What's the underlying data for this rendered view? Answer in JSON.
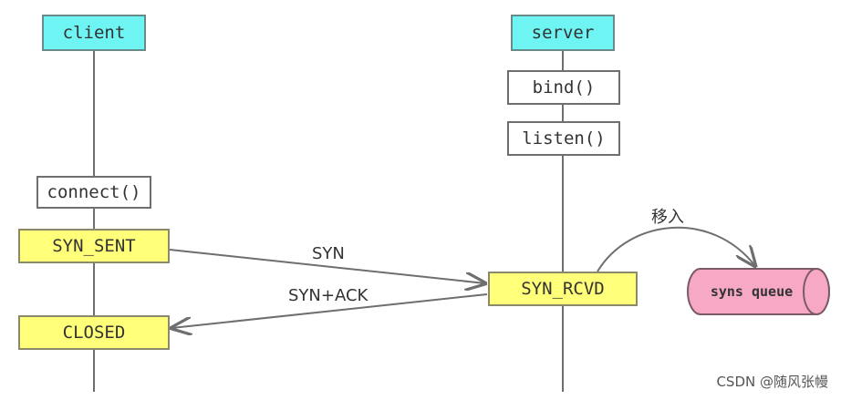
{
  "client": {
    "title": "client",
    "connect": "connect()",
    "syn_sent": "SYN_SENT",
    "closed": "CLOSED"
  },
  "server": {
    "title": "server",
    "bind": "bind()",
    "listen": "listen()",
    "syn_rcvd": "SYN_RCVD"
  },
  "messages": {
    "syn": "SYN",
    "syn_ack": "SYN+ACK",
    "move_in": "移入"
  },
  "queue": {
    "label": "syns queue"
  },
  "watermark": "CSDN @随风张幔",
  "colors": {
    "cyan": "#6ff4f4",
    "yellow": "#ffff79",
    "pink": "#f7a8c4"
  }
}
